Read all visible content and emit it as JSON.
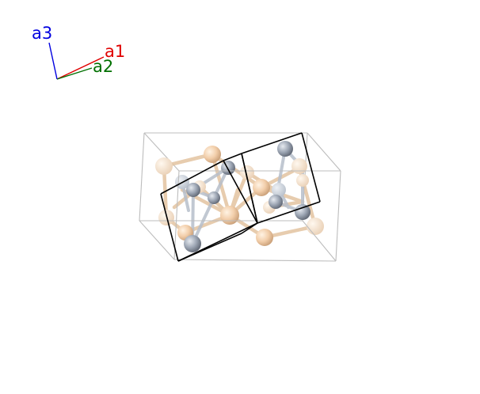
{
  "viewer": {
    "axes": [
      {
        "label": "a1",
        "color": "#e00000"
      },
      {
        "label": "a2",
        "color": "#007000"
      },
      {
        "label": "a3",
        "color": "#0000e0"
      }
    ]
  },
  "structure": {
    "colors": {
      "atom_species_1": "#f1c8a0",
      "atom_species_2": "#9ea6b3",
      "cell_outline": "#000000",
      "supercell_outline": "#bbbbbb"
    }
  }
}
